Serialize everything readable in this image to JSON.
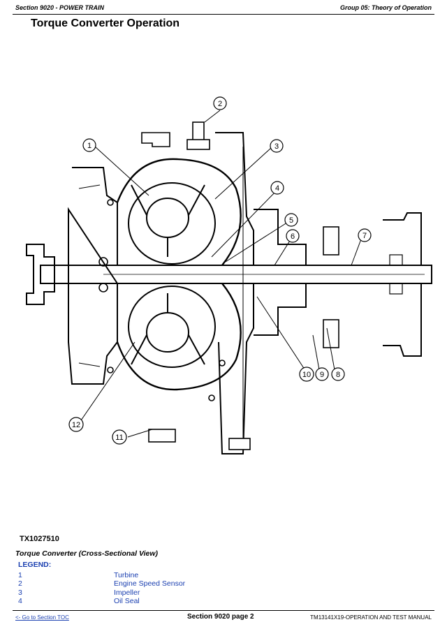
{
  "header": {
    "section": "Section 9020 - POWER TRAIN",
    "group": "Group 05: Theory of Operation"
  },
  "title": "Torque Converter Operation",
  "figure": {
    "id": "TX1027510",
    "caption": "Torque Converter (Cross-Sectional View)",
    "callouts": [
      "1",
      "2",
      "3",
      "4",
      "5",
      "6",
      "7",
      "8",
      "9",
      "10",
      "11",
      "12"
    ]
  },
  "legend": {
    "heading": "LEGEND:",
    "items": [
      {
        "num": "1",
        "label": "Turbine"
      },
      {
        "num": "2",
        "label": "Engine Speed Sensor"
      },
      {
        "num": "3",
        "label": "Impeller"
      },
      {
        "num": "4",
        "label": "Oil Seal"
      }
    ]
  },
  "footer": {
    "toc_link": "<- Go to Section TOC",
    "page": "Section 9020 page 2",
    "manual": "TM13141X19-OPERATION AND TEST MANUAL"
  }
}
